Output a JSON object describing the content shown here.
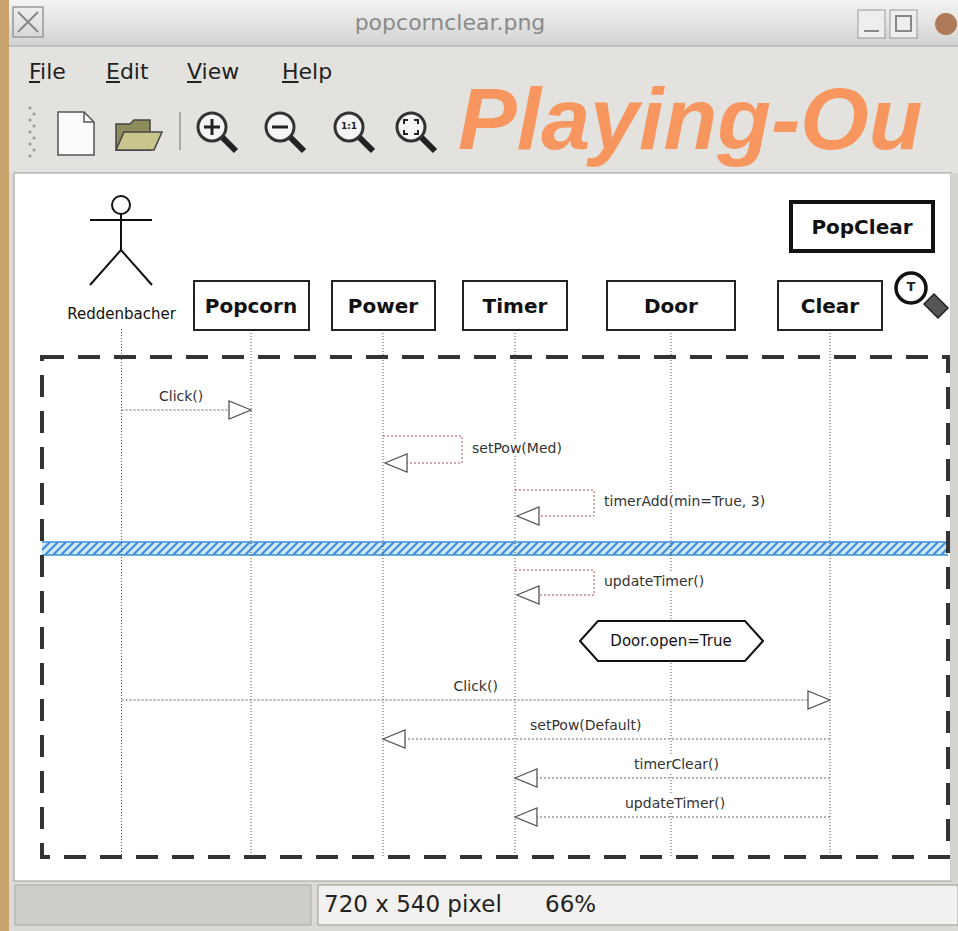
{
  "diagram": {
    "nodes": [
      {
        "text": [
          "PopClear"
        ]
      },
      {
        "text": [
          "Reddenbacher"
        ]
      },
      {
        "text": [
          "Popcorn"
        ]
      },
      {
        "text": [
          "Power"
        ]
      },
      {
        "text": [
          "Timer"
        ]
      },
      {
        "text": [
          "Door"
        ]
      },
      {
        "text": [
          "Clear"
        ]
      },
      {
        "text": [
          "Door.open=True"
        ]
      }
    ],
    "edges": [
      {
        "from": 1,
        "to": 2,
        "label": "Click()",
        "arrow": "to"
      },
      {
        "from": 3,
        "to": 3,
        "label": "setPow(Med)",
        "arrow": "to"
      },
      {
        "from": 4,
        "to": 4,
        "label": "timerAdd(min=True, 3)",
        "arrow": "to"
      },
      {
        "from": 4,
        "to": 4,
        "label": "updateTimer()",
        "arrow": "to"
      },
      {
        "from": 1,
        "to": 6,
        "label": "Click()",
        "arrow": "to"
      },
      {
        "from": 6,
        "to": 3,
        "label": "setPow(Default)",
        "arrow": "to"
      },
      {
        "from": 6,
        "to": 4,
        "label": "timerClear()",
        "arrow": "to"
      },
      {
        "from": 6,
        "to": 4,
        "label": "updateTimer()",
        "arrow": "to"
      }
    ],
    "labels": [
      "popcornclear.png",
      "File",
      "Edit",
      "View",
      "Help",
      "1:1",
      "Playing-Ou",
      "T",
      "720 x 540 pixel",
      "66%"
    ]
  }
}
